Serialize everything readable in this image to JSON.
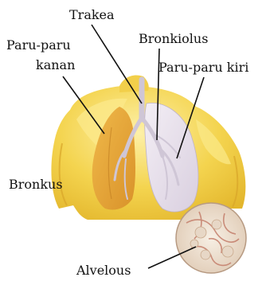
{
  "labels": {
    "trakea": "Trakea",
    "paru_kanan_line1": "Paru-paru",
    "paru_kanan_line2": "kanan",
    "bronkiolus": "Bronkiolus",
    "paru_kiri": "Paru-paru kiri",
    "bronkus": "Bronkus",
    "alvelous": "Alvelous"
  },
  "colors": {
    "body_skin": "#f3d24a",
    "body_highlight": "#fbe98a",
    "lung_right": "#e9a93a",
    "lung_left": "#e8e1ee",
    "leader_line": "#111111",
    "alveolus_fill": "#f1e6d8",
    "alveolus_vessels": "#c47e6b"
  },
  "icons": {
    "torso": "torso-illustration",
    "alveolus_inset": "alveolus-magnified-illustration"
  }
}
